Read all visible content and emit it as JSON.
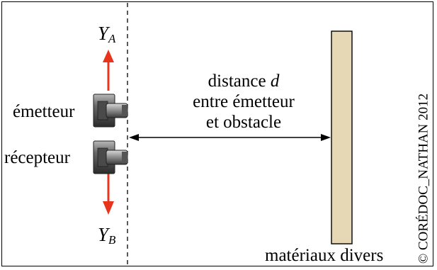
{
  "labels": {
    "emitter": "émetteur",
    "receiver": "récepteur",
    "axis_top_base": "Y",
    "axis_top_sub": "A",
    "axis_bottom_base": "Y",
    "axis_bottom_sub": "B",
    "distance_prefix": "distance ",
    "distance_var": "d",
    "distance_line2": "entre émetteur",
    "distance_line3": "et obstacle",
    "materials": "matériaux divers",
    "copyright": "© CORÉDOC_NATHAN 2012"
  },
  "colors": {
    "arrow_red": "#e8341c",
    "board_fill": "#e6d8b4",
    "line_black": "#000000"
  }
}
